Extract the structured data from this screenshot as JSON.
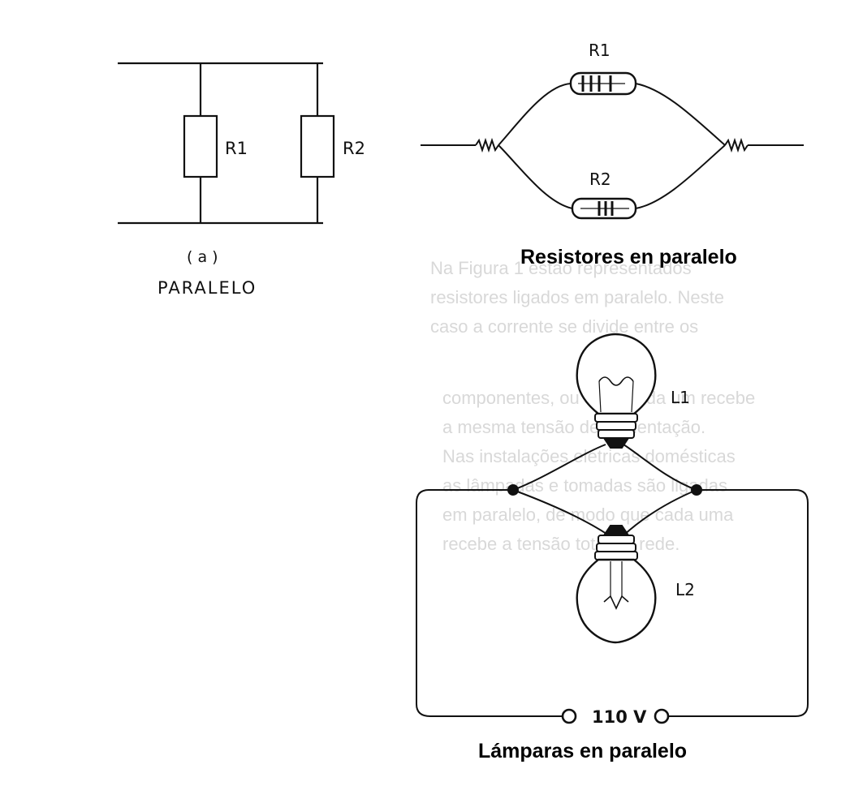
{
  "schematic": {
    "r1_label": "R1",
    "r2_label": "R2",
    "sub_label": "( a )",
    "title": "PARALELO"
  },
  "resistors": {
    "r1_label": "R1",
    "r2_label": "R2",
    "caption": "Resistores en paralelo"
  },
  "lamps": {
    "l1_label": "L1",
    "l2_label": "L2",
    "voltage_label": "110 V",
    "caption": "Lámparas en paralelo"
  },
  "colors": {
    "ink": "#111111",
    "background": "#ffffff"
  },
  "background_text": [
    "Na Figura 1 estão representados",
    "resistores ligados em paralelo. Neste",
    "caso a corrente se divide entre os",
    "componentes, ou seja, cada um recebe",
    "a mesma tensão de alimentação.",
    "Nas instalações elétricas domésticas",
    "as lâmpadas e tomadas são ligadas",
    "em paralelo, de modo que cada uma",
    "recebe a tensão total da rede."
  ]
}
